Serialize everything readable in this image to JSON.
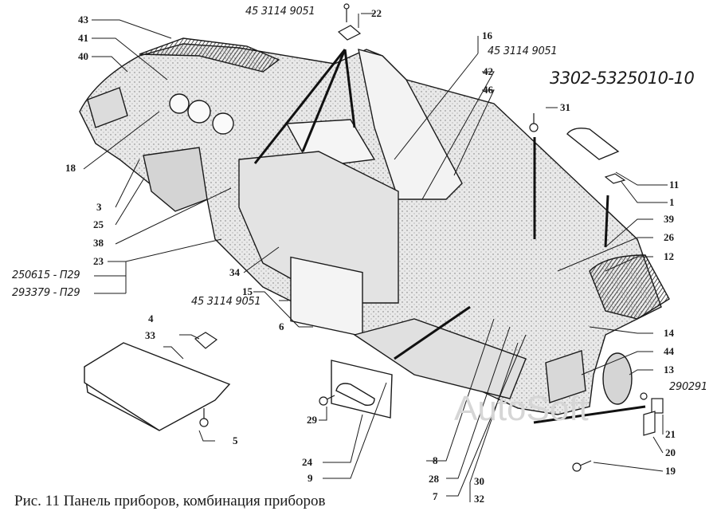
{
  "figure": {
    "assembly_code": "3302-5325010-10",
    "caption": "Рис. 11  Панель приборов, комбинация приборов",
    "watermark": "AutoSoft"
  },
  "callouts": [
    {
      "id": "43",
      "text": "43"
    },
    {
      "id": "41",
      "text": "41"
    },
    {
      "id": "40",
      "text": "40"
    },
    {
      "id": "18",
      "text": "18"
    },
    {
      "id": "3",
      "text": "3"
    },
    {
      "id": "25",
      "text": "25"
    },
    {
      "id": "38",
      "text": "38"
    },
    {
      "id": "23",
      "text": "23"
    },
    {
      "id": "34",
      "text": "34"
    },
    {
      "id": "15",
      "text": "15"
    },
    {
      "id": "6",
      "text": "6"
    },
    {
      "id": "4",
      "text": "4"
    },
    {
      "id": "33",
      "text": "33"
    },
    {
      "id": "5",
      "text": "5"
    },
    {
      "id": "29",
      "text": "29"
    },
    {
      "id": "24",
      "text": "24"
    },
    {
      "id": "9",
      "text": "9"
    },
    {
      "id": "8",
      "text": "8"
    },
    {
      "id": "28",
      "text": "28"
    },
    {
      "id": "7",
      "text": "7"
    },
    {
      "id": "30",
      "text": "30"
    },
    {
      "id": "32",
      "text": "32"
    },
    {
      "id": "22",
      "text": "22"
    },
    {
      "id": "16",
      "text": "16"
    },
    {
      "id": "42",
      "text": "42"
    },
    {
      "id": "46",
      "text": "46"
    },
    {
      "id": "31",
      "text": "31"
    },
    {
      "id": "11",
      "text": "11"
    },
    {
      "id": "1",
      "text": "1"
    },
    {
      "id": "39",
      "text": "39"
    },
    {
      "id": "26",
      "text": "26"
    },
    {
      "id": "12",
      "text": "12"
    },
    {
      "id": "14",
      "text": "14"
    },
    {
      "id": "44",
      "text": "44"
    },
    {
      "id": "13",
      "text": "13"
    },
    {
      "id": "21",
      "text": "21"
    },
    {
      "id": "20",
      "text": "20"
    },
    {
      "id": "19",
      "text": "19"
    }
  ],
  "part_numbers": {
    "screw_top": "45 3114 9051",
    "screw_16": "45 3114 9051",
    "screw_15": "45 3114 9051",
    "bolt_23a": "250615 - П29",
    "bolt_23b": "293379 - П29",
    "nut_right": "290291"
  }
}
